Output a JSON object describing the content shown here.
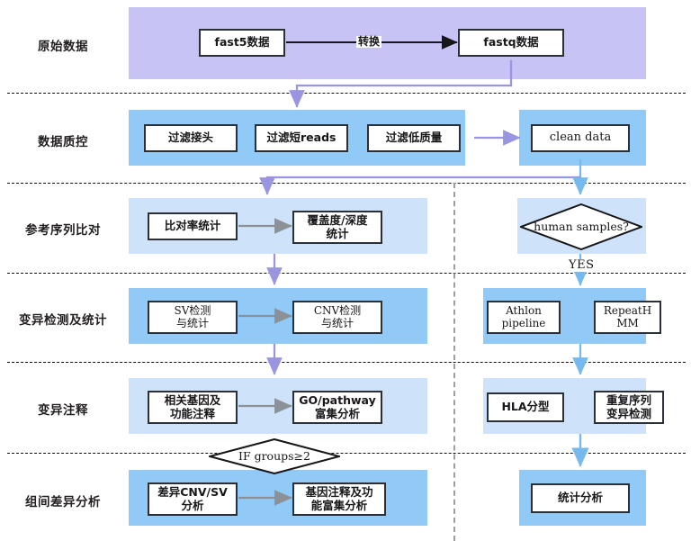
{
  "diagram": {
    "title": "Nanopore sequencing analysis pipeline flowchart",
    "colors": {
      "band_purple": "#c8c3f5",
      "band_blue_strong": "#92caf7",
      "band_blue_light": "#cee3f9",
      "box_border": "#2b2f38",
      "box_fill": "#ffffff",
      "arrow_black": "#17171a",
      "arrow_gray": "#8c9097",
      "arrow_purple": "#9a95e0",
      "arrow_blue": "#76b9ee",
      "separator_dashed": "#111111",
      "divider_dashed": "#9e9e9e"
    },
    "stages": [
      {
        "id": "raw-data",
        "label": "原始数据"
      },
      {
        "id": "data-qc",
        "label": "数据质控"
      },
      {
        "id": "reference-align",
        "label": "参考序列比对"
      },
      {
        "id": "variant-detect",
        "label": "变异检测及统计"
      },
      {
        "id": "variant-annot",
        "label": "变异注释"
      },
      {
        "id": "group-diff",
        "label": "组间差异分析"
      }
    ],
    "nodes": {
      "fast5": {
        "text": "fast5数据",
        "lines": [
          "fast5数据"
        ]
      },
      "fastq": {
        "text": "fastq数据",
        "lines": [
          "fastq数据"
        ]
      },
      "filter_adapter": {
        "text": "过滤接头",
        "lines": [
          "过滤接头"
        ]
      },
      "filter_short": {
        "text": "过滤短reads",
        "lines": [
          "过滤短reads"
        ]
      },
      "filter_lowqual": {
        "text": "过滤低质量",
        "lines": [
          "过滤低质量"
        ]
      },
      "clean_data": {
        "text": "clean data",
        "lines": [
          "clean data"
        ]
      },
      "align_rate": {
        "text": "比对率统计",
        "lines": [
          "比对率统计"
        ]
      },
      "coverage_depth": {
        "text": "覆盖度/深度统计",
        "lines": [
          "覆盖度/深度",
          "统计"
        ]
      },
      "human_samples": {
        "text": "human samples?",
        "lines": [
          "human",
          "samples?"
        ]
      },
      "sv_detect": {
        "text": "SV检测与统计",
        "lines": [
          "SV检测",
          "与统计"
        ]
      },
      "cnv_detect": {
        "text": "CNV检测与统计",
        "lines": [
          "CNV检测",
          "与统计"
        ]
      },
      "athlon_pipeline": {
        "text": "Athlon pipeline",
        "lines": [
          "Athlon",
          "pipeline"
        ]
      },
      "repeathmm": {
        "text": "RepeatHMM",
        "lines": [
          "RepeatH",
          "MM"
        ]
      },
      "gene_annot": {
        "text": "相关基因及功能注释",
        "lines": [
          "相关基因及",
          "功能注释"
        ]
      },
      "go_pathway": {
        "text": "GO/pathway富集分析",
        "lines": [
          "GO/pathway",
          "富集分析"
        ]
      },
      "hla_typing": {
        "text": "HLA分型",
        "lines": [
          "HLA分型"
        ]
      },
      "repeat_variant": {
        "text": "重复序列变异检测",
        "lines": [
          "重复序列",
          "变异检测"
        ]
      },
      "if_groups": {
        "text": "IF groups≥2",
        "lines": [
          "IF groups≥2"
        ]
      },
      "diff_cnvsv": {
        "text": "差异CNV/SV分析",
        "lines": [
          "差异CNV/SV",
          "分析"
        ]
      },
      "gene_enrich": {
        "text": "基因注释及功能富集分析",
        "lines": [
          "基因注释及功",
          "能富集分析"
        ]
      },
      "stat_analysis": {
        "text": "统计分析",
        "lines": [
          "统计分析"
        ]
      }
    },
    "edge_labels": {
      "convert": "转换",
      "yes": "YES"
    }
  }
}
